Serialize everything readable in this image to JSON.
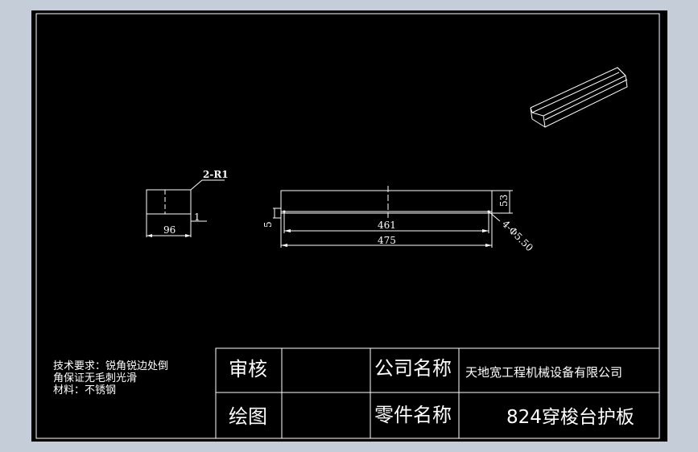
{
  "drawing": {
    "dimensions": {
      "radius": "2-R1",
      "thickness": "1",
      "side_width": "96",
      "height": "53",
      "hole_offset": "5",
      "hole_spacing": "461",
      "overall_length": "475",
      "holes": "4-Φ5.50"
    }
  },
  "notes": {
    "line1": "技术要求：锐角锐边处倒",
    "line2": "角保证无毛刺光滑",
    "line3": "材料：不锈钢"
  },
  "title_block": {
    "review_label": "审核",
    "draw_label": "绘图",
    "company_label": "公司名称",
    "company_name": "天地宽工程机械设备有限公司",
    "part_label": "零件名称",
    "part_name": "824穿梭台护板"
  }
}
